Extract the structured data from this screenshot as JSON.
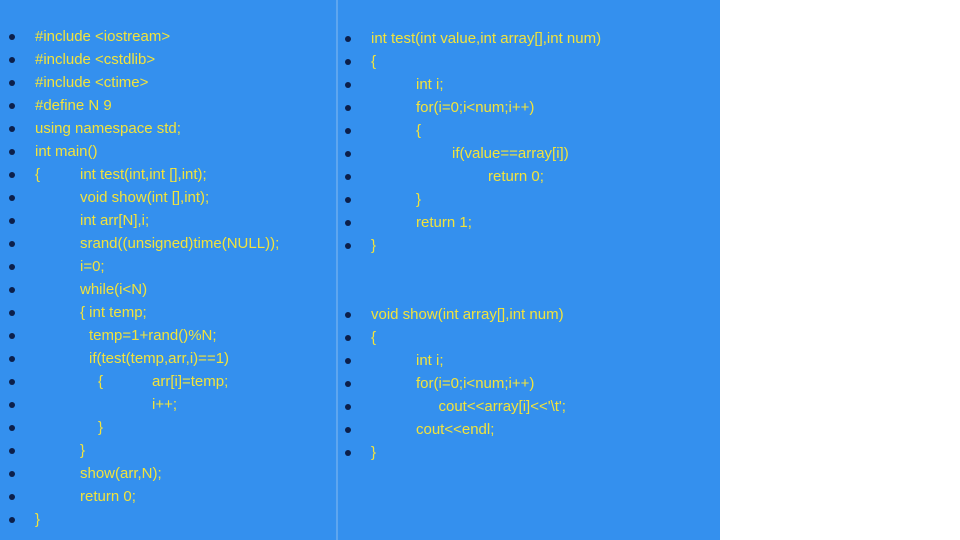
{
  "slide": {
    "left_column": {
      "lines": [
        {
          "text": "#include <iostream>",
          "indent": 0
        },
        {
          "text": "#include <cstdlib>",
          "indent": 0
        },
        {
          "text": "#include <ctime>",
          "indent": 0
        },
        {
          "text": "#define N 9",
          "indent": 0
        },
        {
          "text": "using namespace std;",
          "indent": 0
        },
        {
          "text": "int main()",
          "indent": 0
        },
        {
          "text": "{",
          "indent": 0,
          "after": "int test(int,int [],int);",
          "after_indent": 1
        },
        {
          "text": "void show(int [],int);",
          "indent": 1
        },
        {
          "text": "int arr[N],i;",
          "indent": 1
        },
        {
          "text": "srand((unsigned)time(NULL));",
          "indent": 1
        },
        {
          "text": "i=0;",
          "indent": 1
        },
        {
          "text": "while(i<N)",
          "indent": 1
        },
        {
          "text": "{ int temp;",
          "indent": 1
        },
        {
          "text": "temp=1+rand()%N;",
          "indent": 1.2
        },
        {
          "text": "if(test(temp,arr,i)==1)",
          "indent": 1.2
        },
        {
          "text": "{",
          "indent": 1.4,
          "after": "arr[i]=temp;",
          "after_indent": 2.6
        },
        {
          "text": "i++;",
          "indent": 2.6
        },
        {
          "text": "}",
          "indent": 1.4
        },
        {
          "text": "}",
          "indent": 1
        },
        {
          "text": "show(arr,N);",
          "indent": 1
        },
        {
          "text": "return 0;",
          "indent": 1
        },
        {
          "text": "}",
          "indent": 0
        }
      ]
    },
    "right_column": {
      "lines": [
        {
          "text": "int test(int value,int array[],int num)",
          "indent": 0
        },
        {
          "text": "{",
          "indent": 0
        },
        {
          "text": "int i;",
          "indent": 1
        },
        {
          "text": "for(i=0;i<num;i++)",
          "indent": 1
        },
        {
          "text": "{",
          "indent": 1
        },
        {
          "text": "if(value==array[i])",
          "indent": 1.8
        },
        {
          "text": "return 0;",
          "indent": 2.6
        },
        {
          "text": "}",
          "indent": 1
        },
        {
          "text": "return 1;",
          "indent": 1
        },
        {
          "text": "}",
          "indent": 0
        },
        {
          "text": "",
          "indent": 0,
          "blank": true
        },
        {
          "text": "",
          "indent": 0,
          "blank": true
        },
        {
          "text": "void show(int array[],int num)",
          "indent": 0
        },
        {
          "text": "{",
          "indent": 0
        },
        {
          "text": "int i;",
          "indent": 1
        },
        {
          "text": "for(i=0;i<num;i++)",
          "indent": 1
        },
        {
          "text": "cout<<array[i]<<'\\t';",
          "indent": 1.5
        },
        {
          "text": "cout<<endl;",
          "indent": 1
        },
        {
          "text": "}",
          "indent": 0
        }
      ]
    },
    "colors": {
      "background": "#3490ee",
      "code_text": "#f2e33c",
      "bullet": "#0c1f4a"
    }
  }
}
